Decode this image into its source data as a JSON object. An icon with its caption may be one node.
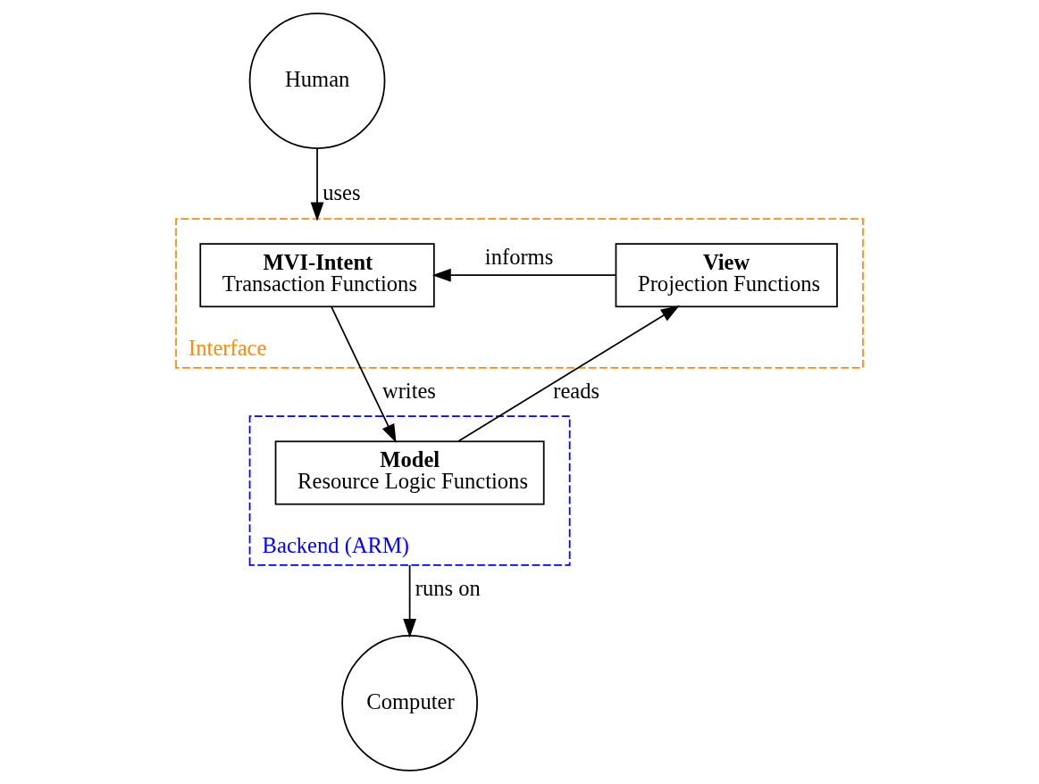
{
  "diagram": {
    "nodes": [
      {
        "text": [
          "Human"
        ]
      },
      {
        "text": [
          "Interface"
        ]
      },
      {
        "text": [
          "MVI-Intent",
          "Transaction Functions"
        ],
        "in": 1
      },
      {
        "text": [
          "View",
          "Projection Functions"
        ],
        "in": 1
      },
      {
        "text": [
          "Backend (ARM)"
        ]
      },
      {
        "text": [
          "Model",
          "Resource Logic Functions"
        ],
        "in": 4
      },
      {
        "text": [
          "Computer"
        ]
      }
    ],
    "edges": [
      {
        "from": 0,
        "to": 1,
        "arrow": "to",
        "label": "uses"
      },
      {
        "from": 3,
        "to": 2,
        "arrow": "to",
        "label": "informs"
      },
      {
        "from": 2,
        "to": 5,
        "arrow": "to",
        "label": "writes"
      },
      {
        "from": 5,
        "to": 3,
        "arrow": "to",
        "label": "reads"
      },
      {
        "from": 4,
        "to": 6,
        "arrow": "to",
        "label": "runs on"
      }
    ]
  }
}
